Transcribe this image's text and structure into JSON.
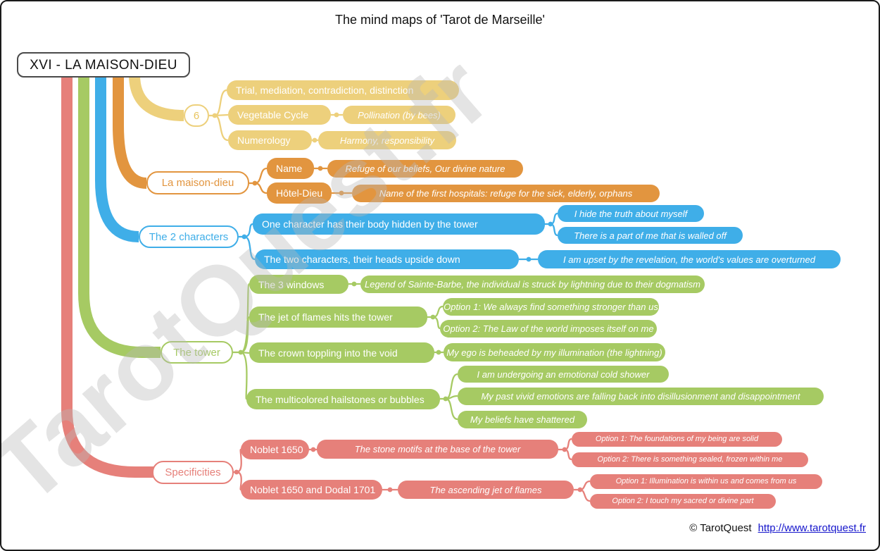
{
  "title": "The mind maps of 'Tarot de Marseille'",
  "root_label": "XVI - LA MAISON-DIEU",
  "watermark": "TarotQuest.fr",
  "footer": {
    "copyright": "© TarotQuest",
    "link_text": "http://www.tarotquest.fr",
    "link_href": "http://www.tarotquest.fr"
  },
  "colors": {
    "yellow": "#EDD07C",
    "orange": "#E2953F",
    "blue": "#3FAEE8",
    "green": "#A6CA63",
    "red": "#E6807A"
  },
  "branches": {
    "six": {
      "topic": "6",
      "children": [
        {
          "label": "Trial, mediation, contradiction, distinction"
        },
        {
          "label": "Vegetable Cycle",
          "note": "Pollination (by bees)"
        },
        {
          "label": "Numerology",
          "note": "Harmony, responsibility"
        }
      ]
    },
    "maison": {
      "topic": "La maison-dieu",
      "children": [
        {
          "label": "Name",
          "note": "Refuge of our beliefs, Our divine nature"
        },
        {
          "label": "Hôtel-Dieu",
          "note": "Name of the first hospitals: refuge for the sick, elderly, orphans"
        }
      ]
    },
    "characters": {
      "topic": "The 2 characters",
      "children": [
        {
          "label": "One character has their body hidden by the tower",
          "notes": [
            "I hide the truth about myself",
            "There is a part of me that is walled off"
          ]
        },
        {
          "label": "The two characters, their heads upside down",
          "notes": [
            "I am upset by the revelation, the world's values are overturned"
          ]
        }
      ]
    },
    "tower": {
      "topic": "The tower",
      "children": [
        {
          "label": "The 3 windows",
          "notes": [
            "Legend of Sainte-Barbe, the individual is struck by lightning due to their dogmatism"
          ]
        },
        {
          "label": "The jet of flames hits the tower",
          "notes": [
            "Option 1: We always find something stronger than us",
            "Option 2: The Law of the world imposes itself on me"
          ]
        },
        {
          "label": "The crown toppling into the void",
          "notes": [
            "My ego is beheaded by my illumination (the lightning)"
          ]
        },
        {
          "label": "The multicolored hailstones or bubbles",
          "notes": [
            "I am undergoing an emotional cold shower",
            "My past vivid emotions are falling back into disillusionment and disappointment",
            "My beliefs have shattered"
          ]
        }
      ]
    },
    "specificities": {
      "topic": "Specificities",
      "children": [
        {
          "label": "Noblet 1650",
          "note": "The stone motifs at the base of the tower",
          "options": [
            "Option 1: The foundations of my being are solid",
            "Option 2: There is something sealed, frozen within me"
          ]
        },
        {
          "label": "Noblet 1650 and Dodal 1701",
          "note": "The ascending jet of flames",
          "options": [
            "Option 1: Illumination is within us and comes from us",
            "Option 2: I touch my sacred or divine part"
          ]
        }
      ]
    }
  }
}
